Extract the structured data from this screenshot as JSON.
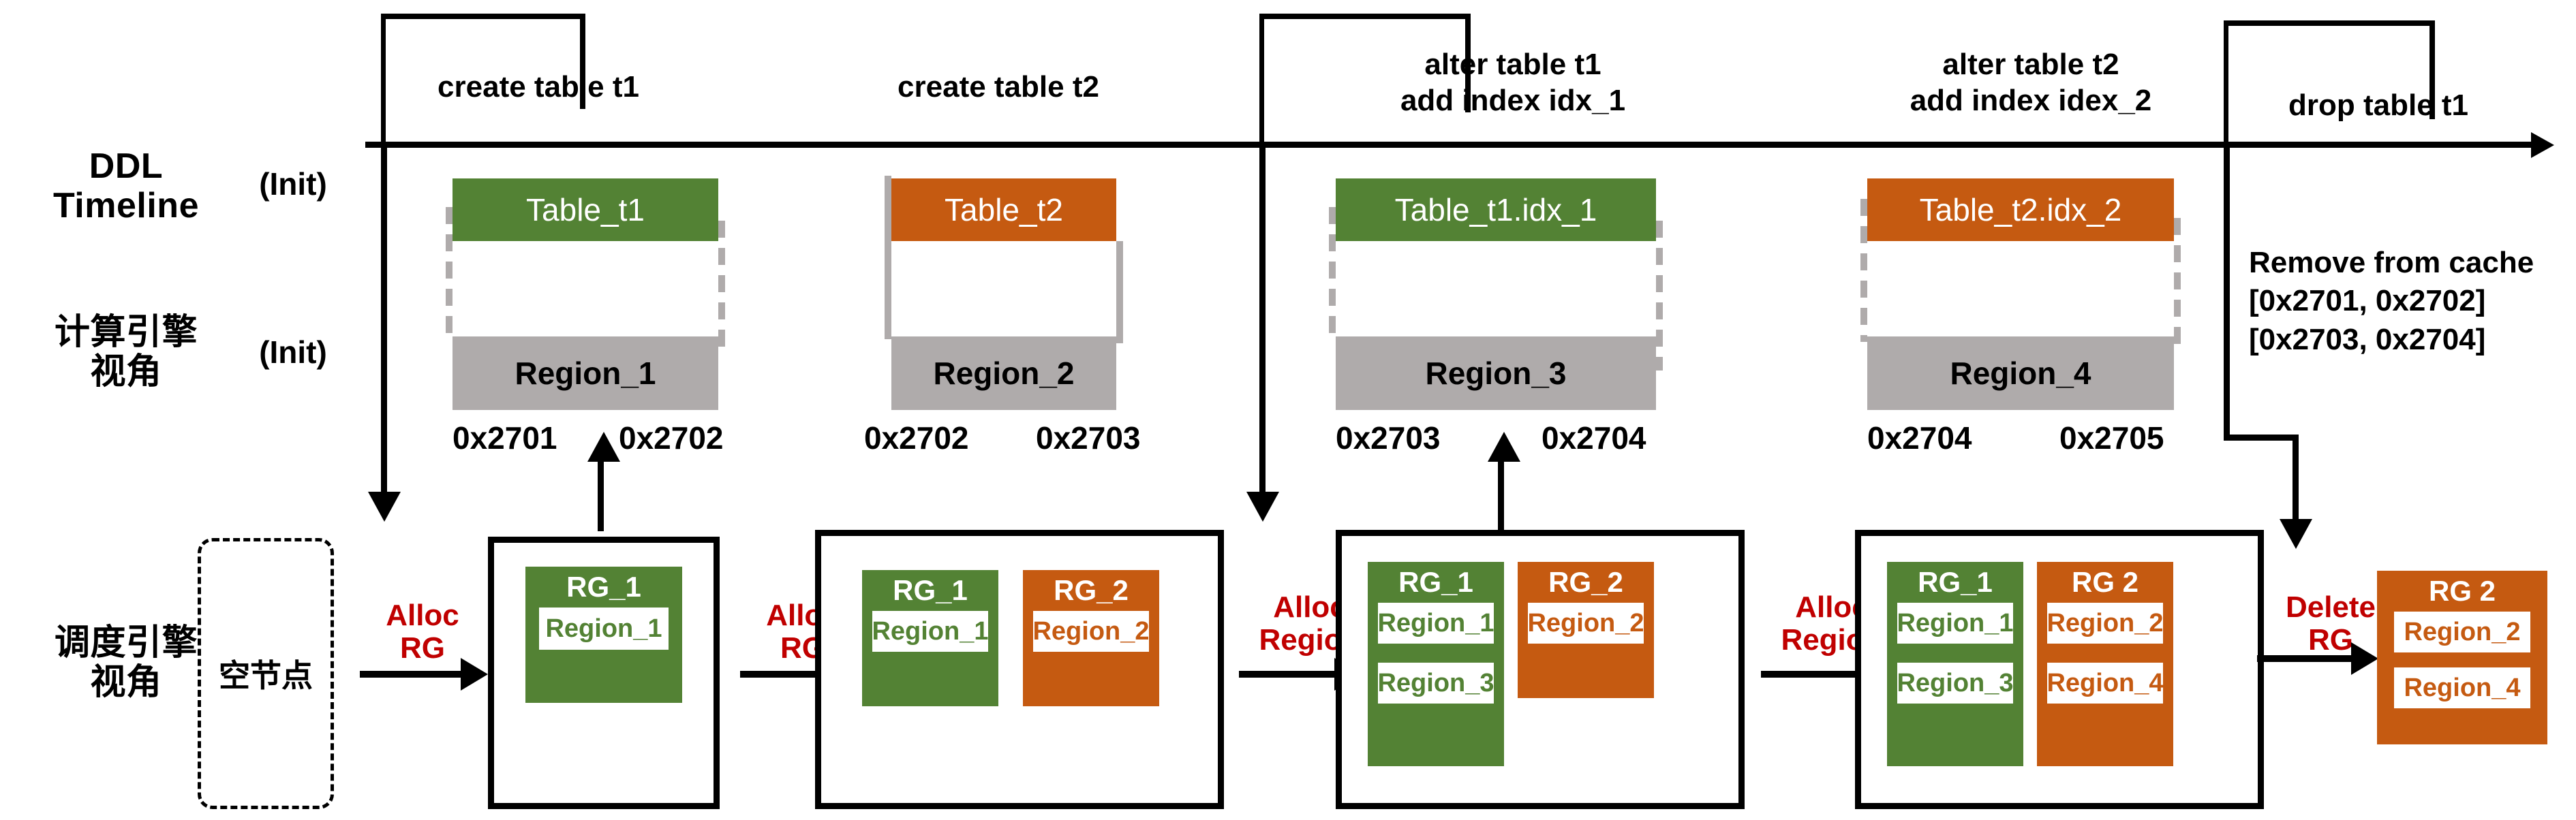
{
  "rows": {
    "ddl": {
      "label": "DDL\nTimeline",
      "init": "(Init)"
    },
    "compute": {
      "label": "计算引擎\n视角",
      "init": "(Init)"
    },
    "scheduler": {
      "label": "调度引擎\n视角"
    }
  },
  "timeline": {
    "commands": [
      {
        "text": "create table t1"
      },
      {
        "text": "create table t2"
      },
      {
        "text": "alter table t1\nadd index idx_1"
      },
      {
        "text": "alter  table t2\nadd index idex_2"
      },
      {
        "text": "drop table t1"
      }
    ]
  },
  "compute_view": {
    "columns": [
      {
        "table": "Table_t1",
        "table_color": "#538234",
        "region": "Region_1",
        "hex_left": "0x2701",
        "hex_right": "0x2702",
        "side_style": "dashed"
      },
      {
        "table": "Table_t2",
        "table_color": "#C55A11",
        "region": "Region_2",
        "hex_left": "0x2702",
        "hex_right": "0x2703",
        "side_style": "solid"
      },
      {
        "table": "Table_t1.idx_1",
        "table_color": "#538234",
        "region": "Region_3",
        "hex_left": "0x2703",
        "hex_right": "0x2704",
        "side_style": "dashed"
      },
      {
        "table": "Table_t2.idx_2",
        "table_color": "#C55A11",
        "region": "Region_4",
        "hex_left": "0x2704",
        "hex_right": "0x2705",
        "side_style": "dashed"
      }
    ],
    "cache_note": "Remove from cache\n[0x2701, 0x2702]\n[0x2703, 0x2704]"
  },
  "scheduler_view": {
    "empty_node": "空节点",
    "operations": [
      {
        "label": "Alloc\nRG"
      },
      {
        "label": "Alloc\nRG"
      },
      {
        "label": "Alloc\nRegion"
      },
      {
        "label": "Alloc\nRegion"
      },
      {
        "label": "Delete\nRG"
      }
    ],
    "nodes": [
      {
        "groups": [
          {
            "name": "RG_1",
            "color": "#538234",
            "regions": [
              "Region_1"
            ]
          }
        ]
      },
      {
        "groups": [
          {
            "name": "RG_1",
            "color": "#538234",
            "regions": [
              "Region_1"
            ]
          },
          {
            "name": "RG_2",
            "color": "#C55A11",
            "regions": [
              "Region_2"
            ]
          }
        ]
      },
      {
        "groups": [
          {
            "name": "RG_1",
            "color": "#538234",
            "regions": [
              "Region_1",
              "Region_3"
            ]
          },
          {
            "name": "RG_2",
            "color": "#C55A11",
            "regions": [
              "Region_2"
            ]
          }
        ]
      },
      {
        "groups": [
          {
            "name": "RG_1",
            "color": "#538234",
            "regions": [
              "Region_1",
              "Region_3"
            ]
          },
          {
            "name": "RG 2",
            "color": "#C55A11",
            "regions": [
              "Region_2",
              "Region_4"
            ]
          }
        ]
      },
      {
        "groups": [
          {
            "name": "RG 2",
            "color": "#C55A11",
            "regions": [
              "Region_2",
              "Region_4"
            ]
          }
        ]
      }
    ]
  },
  "colors": {
    "green": "#538234",
    "orange": "#C55A11",
    "gray": "#AFABAB",
    "red": "#C00000",
    "black": "#000000"
  }
}
